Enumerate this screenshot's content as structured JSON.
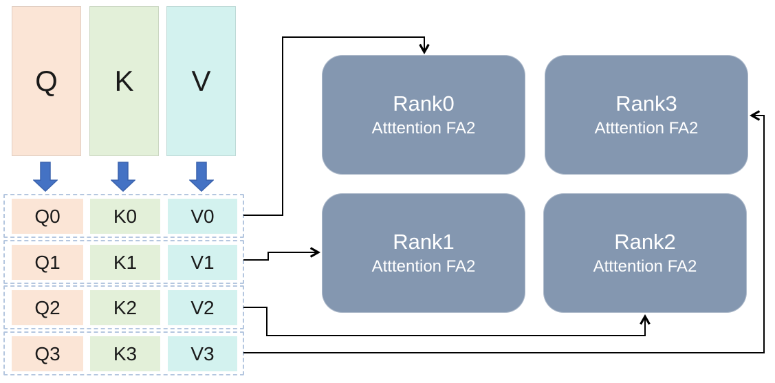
{
  "columns": [
    {
      "label": "Q"
    },
    {
      "label": "K"
    },
    {
      "label": "V"
    }
  ],
  "rows": [
    {
      "cells": [
        {
          "label": "Q0"
        },
        {
          "label": "K0"
        },
        {
          "label": "V0"
        }
      ]
    },
    {
      "cells": [
        {
          "label": "Q1"
        },
        {
          "label": "K1"
        },
        {
          "label": "V1"
        }
      ]
    },
    {
      "cells": [
        {
          "label": "Q2"
        },
        {
          "label": "K2"
        },
        {
          "label": "V2"
        }
      ]
    },
    {
      "cells": [
        {
          "label": "Q3"
        },
        {
          "label": "K3"
        },
        {
          "label": "V3"
        }
      ]
    }
  ],
  "ranks": [
    {
      "title": "Rank0",
      "subtitle": "Atttention FA2"
    },
    {
      "title": "Rank1",
      "subtitle": "Atttention FA2"
    },
    {
      "title": "Rank2",
      "subtitle": "Atttention FA2"
    },
    {
      "title": "Rank3",
      "subtitle": "Atttention FA2"
    }
  ],
  "colors": {
    "q_fill": "#FBE5D6",
    "k_fill": "#E3F0D9",
    "v_fill": "#D3F2EF",
    "rank_fill": "#8497B0",
    "dash_color": "#B4C6DF",
    "block_arrow_fill": "#4472C4",
    "block_arrow_stroke": "#3B63AD",
    "connector_color": "#000000",
    "rank_text_color": "#FFFFFF"
  }
}
